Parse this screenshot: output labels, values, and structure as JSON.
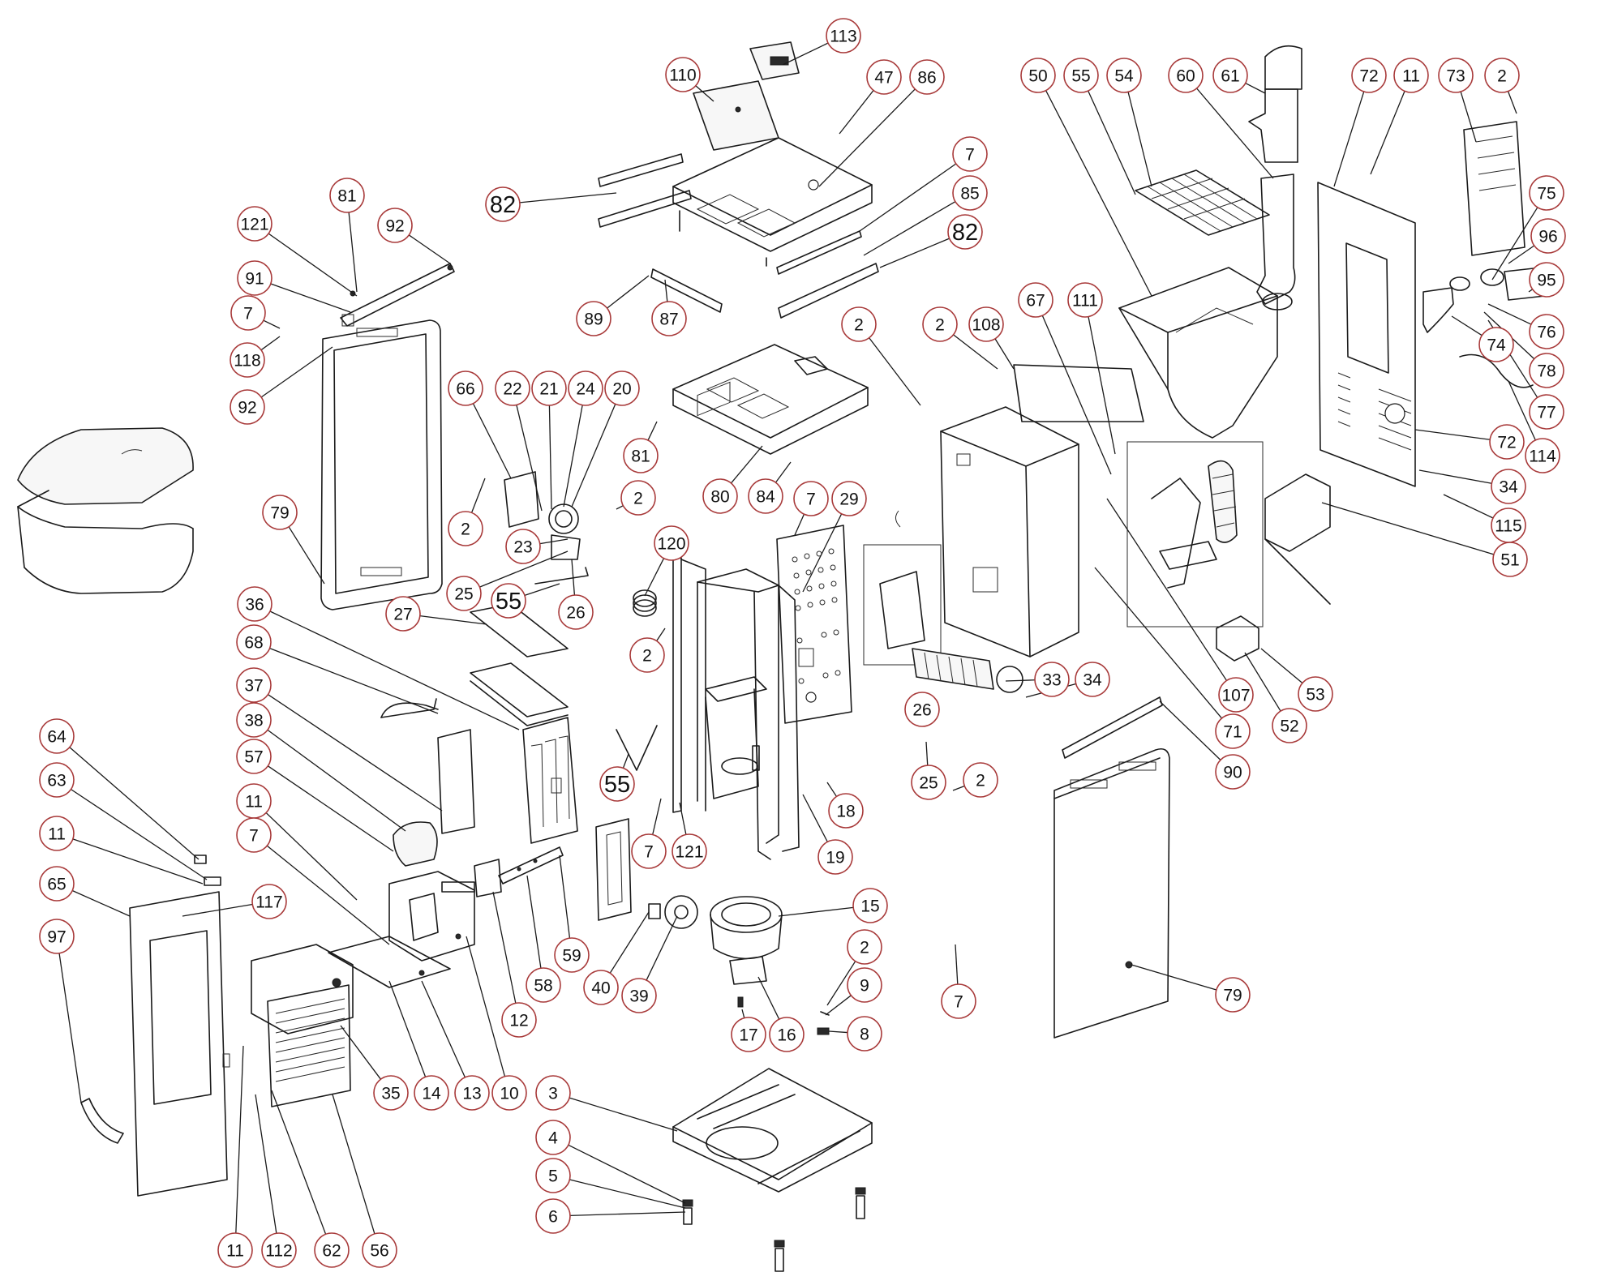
{
  "diagram": {
    "type": "exploded-parts-view",
    "colors": {
      "callout_ring": "#a83a3a",
      "line": "#1a1a1a",
      "background": "#ffffff"
    },
    "callouts": [
      {
        "id": "c113",
        "label": "113"
      },
      {
        "id": "c110",
        "label": "110"
      },
      {
        "id": "c47",
        "label": "47"
      },
      {
        "id": "c86",
        "label": "86"
      },
      {
        "id": "c82a",
        "label": "82"
      },
      {
        "id": "c7a",
        "label": "7"
      },
      {
        "id": "c85",
        "label": "85"
      },
      {
        "id": "c82b",
        "label": "82"
      },
      {
        "id": "c89",
        "label": "89"
      },
      {
        "id": "c87",
        "label": "87"
      },
      {
        "id": "c81a",
        "label": "81"
      },
      {
        "id": "c121a",
        "label": "121"
      },
      {
        "id": "c92a",
        "label": "92"
      },
      {
        "id": "c91",
        "label": "91"
      },
      {
        "id": "c7b",
        "label": "7"
      },
      {
        "id": "c118",
        "label": "118"
      },
      {
        "id": "c92b",
        "label": "92"
      },
      {
        "id": "c66",
        "label": "66"
      },
      {
        "id": "c22",
        "label": "22"
      },
      {
        "id": "c21",
        "label": "21"
      },
      {
        "id": "c24",
        "label": "24"
      },
      {
        "id": "c20",
        "label": "20"
      },
      {
        "id": "c81b",
        "label": "81"
      },
      {
        "id": "c2a",
        "label": "2"
      },
      {
        "id": "c2b",
        "label": "2"
      },
      {
        "id": "c23",
        "label": "23"
      },
      {
        "id": "c79a",
        "label": "79"
      },
      {
        "id": "c25a",
        "label": "25"
      },
      {
        "id": "c55a",
        "label": "55"
      },
      {
        "id": "c26a",
        "label": "26"
      },
      {
        "id": "c120",
        "label": "120"
      },
      {
        "id": "c2c",
        "label": "2"
      },
      {
        "id": "c80",
        "label": "80"
      },
      {
        "id": "c84",
        "label": "84"
      },
      {
        "id": "c7c",
        "label": "7"
      },
      {
        "id": "c29",
        "label": "29"
      },
      {
        "id": "c36",
        "label": "36"
      },
      {
        "id": "c27",
        "label": "27"
      },
      {
        "id": "c68",
        "label": "68"
      },
      {
        "id": "c37",
        "label": "37"
      },
      {
        "id": "c38",
        "label": "38"
      },
      {
        "id": "c57",
        "label": "57"
      },
      {
        "id": "c55b",
        "label": "55"
      },
      {
        "id": "c7d",
        "label": "7"
      },
      {
        "id": "c121b",
        "label": "121"
      },
      {
        "id": "c18",
        "label": "18"
      },
      {
        "id": "c19",
        "label": "19"
      },
      {
        "id": "c64",
        "label": "64"
      },
      {
        "id": "c63",
        "label": "63"
      },
      {
        "id": "c11a",
        "label": "11"
      },
      {
        "id": "c7e",
        "label": "7"
      },
      {
        "id": "c11b",
        "label": "11"
      },
      {
        "id": "c65",
        "label": "65"
      },
      {
        "id": "c117",
        "label": "117"
      },
      {
        "id": "c97",
        "label": "97"
      },
      {
        "id": "c12",
        "label": "12"
      },
      {
        "id": "c58",
        "label": "58"
      },
      {
        "id": "c59",
        "label": "59"
      },
      {
        "id": "c40",
        "label": "40"
      },
      {
        "id": "c39",
        "label": "39"
      },
      {
        "id": "c15",
        "label": "15"
      },
      {
        "id": "c2d",
        "label": "2"
      },
      {
        "id": "c9",
        "label": "9"
      },
      {
        "id": "c8",
        "label": "8"
      },
      {
        "id": "c17",
        "label": "17"
      },
      {
        "id": "c16",
        "label": "16"
      },
      {
        "id": "c7f",
        "label": "7"
      },
      {
        "id": "c35",
        "label": "35"
      },
      {
        "id": "c14",
        "label": "14"
      },
      {
        "id": "c13",
        "label": "13"
      },
      {
        "id": "c10",
        "label": "10"
      },
      {
        "id": "c3",
        "label": "3"
      },
      {
        "id": "c4",
        "label": "4"
      },
      {
        "id": "c5",
        "label": "5"
      },
      {
        "id": "c6",
        "label": "6"
      },
      {
        "id": "c11c",
        "label": "11"
      },
      {
        "id": "c112",
        "label": "112"
      },
      {
        "id": "c62",
        "label": "62"
      },
      {
        "id": "c56",
        "label": "56"
      },
      {
        "id": "c2e",
        "label": "2"
      },
      {
        "id": "c2f",
        "label": "2"
      },
      {
        "id": "c108",
        "label": "108"
      },
      {
        "id": "c67",
        "label": "67"
      },
      {
        "id": "c111",
        "label": "111"
      },
      {
        "id": "c33",
        "label": "33"
      },
      {
        "id": "c34a",
        "label": "34"
      },
      {
        "id": "c26b",
        "label": "26"
      },
      {
        "id": "c25b",
        "label": "25"
      },
      {
        "id": "c2g",
        "label": "2"
      },
      {
        "id": "c107",
        "label": "107"
      },
      {
        "id": "c71",
        "label": "71"
      },
      {
        "id": "c90",
        "label": "90"
      },
      {
        "id": "c79b",
        "label": "79"
      },
      {
        "id": "c50",
        "label": "50"
      },
      {
        "id": "c55c",
        "label": "55"
      },
      {
        "id": "c54",
        "label": "54"
      },
      {
        "id": "c60",
        "label": "60"
      },
      {
        "id": "c61",
        "label": "61"
      },
      {
        "id": "c72a",
        "label": "72"
      },
      {
        "id": "c11d",
        "label": "11"
      },
      {
        "id": "c73",
        "label": "73"
      },
      {
        "id": "c2h",
        "label": "2"
      },
      {
        "id": "c75",
        "label": "75"
      },
      {
        "id": "c96",
        "label": "96"
      },
      {
        "id": "c95",
        "label": "95"
      },
      {
        "id": "c76",
        "label": "76"
      },
      {
        "id": "c74",
        "label": "74"
      },
      {
        "id": "c78",
        "label": "78"
      },
      {
        "id": "c77",
        "label": "77"
      },
      {
        "id": "c114",
        "label": "114"
      },
      {
        "id": "c72b",
        "label": "72"
      },
      {
        "id": "c34b",
        "label": "34"
      },
      {
        "id": "c115",
        "label": "115"
      },
      {
        "id": "c51",
        "label": "51"
      },
      {
        "id": "c53",
        "label": "53"
      },
      {
        "id": "c52",
        "label": "52"
      }
    ]
  }
}
